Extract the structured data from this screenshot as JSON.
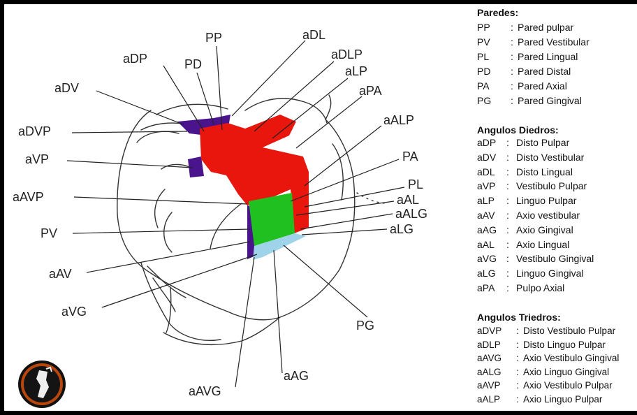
{
  "diagram": {
    "labels": {
      "PP": "PP",
      "aDL": "aDL",
      "aDP": "aDP",
      "PD": "PD",
      "aDLP": "aDLP",
      "aLP": "aLP",
      "aDV": "aDV",
      "aPA": "aPA",
      "aDVP": "aDVP",
      "aALP": "aALP",
      "aVP": "aVP",
      "PA": "PA",
      "PL": "PL",
      "aAVP": "aAVP",
      "aAL": "aAL",
      "aALG": "aALG",
      "PV": "PV",
      "aLG": "aLG",
      "aAV": "aAV",
      "aVG": "aVG",
      "PG": "PG",
      "aAG": "aAG",
      "aAVG": "aAVG"
    },
    "colors": {
      "pulpar_wall": "#e8160c",
      "distal_vestibular": "#4a148c",
      "axial_wall": "#1fc01f",
      "gingival_wall": "#9fd3ea",
      "outline": "#333333"
    }
  },
  "legend": {
    "walls": {
      "title": "Paredes:",
      "items": [
        {
          "abbr": "PP",
          "desc": "Pared pulpar"
        },
        {
          "abbr": "PV",
          "desc": "Pared Vestibular"
        },
        {
          "abbr": "PL",
          "desc": "Pared Lingual"
        },
        {
          "abbr": "PD",
          "desc": "Pared Distal"
        },
        {
          "abbr": "PA",
          "desc": "Pared Axial"
        },
        {
          "abbr": "PG",
          "desc": "Pared Gingival"
        }
      ]
    },
    "dihedral": {
      "title": "Angulos Diedros:",
      "items": [
        {
          "abbr": "aDP",
          "desc": "Disto Pulpar"
        },
        {
          "abbr": "aDV",
          "desc": "Disto Vestibular"
        },
        {
          "abbr": "aDL",
          "desc": "Disto Lingual"
        },
        {
          "abbr": "aVP",
          "desc": "Vestibulo Pulpar"
        },
        {
          "abbr": "aLP",
          "desc": "Linguo Pulpar"
        },
        {
          "abbr": "aAV",
          "desc": "Axio vestibular"
        },
        {
          "abbr": "aAG",
          "desc": "Axio Gingival"
        },
        {
          "abbr": "aAL",
          "desc": "Axio Lingual"
        },
        {
          "abbr": "aVG",
          "desc": "Vestibulo Gingival"
        },
        {
          "abbr": "aLG",
          "desc": "Linguo Gingival"
        },
        {
          "abbr": "aPA",
          "desc": "Pulpo Axial"
        }
      ]
    },
    "trihedral": {
      "title": "Angulos Triedros:",
      "items": [
        {
          "abbr": "aDVP",
          "desc": "Disto Vestibulo Pulpar"
        },
        {
          "abbr": "aDLP",
          "desc": "Disto Linguo  Pulpar"
        },
        {
          "abbr": "aAVG",
          "desc": "Axio Vestibulo Gingival"
        },
        {
          "abbr": "aALG",
          "desc": "Axio Linguo Gingival"
        },
        {
          "abbr": "aAVP",
          "desc": "Axio Vestibulo Pulpar"
        },
        {
          "abbr": "aALP",
          "desc": "Axio Linguo Pulpar"
        }
      ]
    }
  }
}
